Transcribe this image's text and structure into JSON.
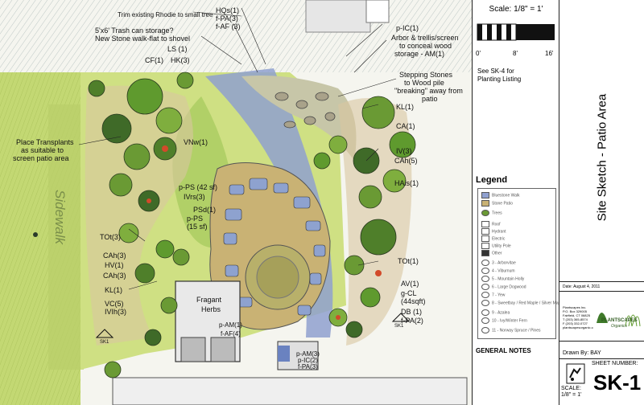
{
  "plan": {
    "labels": [
      {
        "text": "Trim existing Rhodie to small tree",
        "x": 0,
        "y": 0
      },
      {
        "text": "HQs(1)"
      },
      {
        "text": "f-PA(3)"
      },
      {
        "text": "f-AF (3)"
      },
      {
        "text": "5'x6' Trash can storage?"
      },
      {
        "text": "New Stone walk-flat to shovel"
      },
      {
        "text": "LS (1)"
      },
      {
        "text": "CF(1)"
      },
      {
        "text": "HK(3)"
      },
      {
        "text": "p-IC(1)"
      },
      {
        "text": "Arbor & trellis/screen"
      },
      {
        "text": "to conceal wood"
      },
      {
        "text": "storage - AM(1)"
      },
      {
        "text": "Stepping Stones"
      },
      {
        "text": "to Wood pile"
      },
      {
        "text": "\"breaking\" away from"
      },
      {
        "text": "patio"
      },
      {
        "text": "KL(1)"
      },
      {
        "text": "CA(1)"
      },
      {
        "text": "IV(3)"
      },
      {
        "text": "CAh(5)"
      },
      {
        "text": "HAis(1)"
      },
      {
        "text": "Place Transplants"
      },
      {
        "text": "as suitable to"
      },
      {
        "text": "screen patio area"
      },
      {
        "text": "VNw(1)"
      },
      {
        "text": "p-PS (42 sf)"
      },
      {
        "text": "IVrs(3)"
      },
      {
        "text": "PSd(1)"
      },
      {
        "text": "p-PS"
      },
      {
        "text": "(15 sf)"
      },
      {
        "text": "TOt(3)"
      },
      {
        "text": "CAh(3)"
      },
      {
        "text": "HV(1)"
      },
      {
        "text": "CAh(3)"
      },
      {
        "text": "KL(1)"
      },
      {
        "text": "VC(5)"
      },
      {
        "text": "IVIh(3)"
      },
      {
        "text": "TOt(1)"
      },
      {
        "text": "AV(1)"
      },
      {
        "text": "g-CL"
      },
      {
        "text": "(44sqft)"
      },
      {
        "text": "DB (1)"
      },
      {
        "text": "f-PA(2)"
      },
      {
        "text": "Fragant"
      },
      {
        "text": "Herbs"
      },
      {
        "text": "p-AM(1)"
      },
      {
        "text": "f-AF(4)"
      },
      {
        "text": "p-AM(3)"
      },
      {
        "text": "p-IC(2)"
      },
      {
        "text": "f-PA(3)"
      },
      {
        "text": "SK1"
      },
      {
        "text": "SK1"
      }
    ],
    "sidewalk": "Sidewalk"
  },
  "panel": {
    "scale_title": "Scale: 1/8\" = 1'",
    "scale_ticks": [
      "0'",
      "8'",
      "16'"
    ],
    "see_note": [
      "See SK-4 for",
      "Planting Listing"
    ],
    "legend_title": "Legend",
    "legend_items": [
      "Bluestone Walk",
      "Stone Patio",
      "Trees",
      "Roof",
      "Hydrant",
      "Electric",
      "Utility Pole",
      "Other",
      "3 - Arborvitae",
      "4 - Viburnum",
      "5 - Mountain Holly",
      "6 - Large Dogwood",
      "7 - Yew",
      "8 - Sweetbay / Red Maple / Silver Maple",
      "9 - Azalea",
      "10 - Ivy/Winter Fern",
      "11 - Norway Spruce / Pines"
    ],
    "general_notes": "GENERAL NOTES"
  },
  "title_block": {
    "title": "Site Sketch - Patio Area",
    "date": "Date: August 4, 2011",
    "company_lines": [
      "Plantscapes Inc.",
      "P.O. Box 329005",
      "Fairfield, CT 06825",
      "T (203) 365-8574",
      "F (203) 332-0727",
      "plantscapesorganic.com"
    ],
    "logo_text": "PLANTSCAPES",
    "logo_sub": "Organics",
    "drawn_by": "Drawn By:   BAY",
    "sheet_number_label": "SHEET NUMBER:",
    "sheet_number": "SK-1",
    "scale_label": "SCALE:",
    "scale_value": "1/8\" = 1'"
  },
  "colors": {
    "lawn": "#c8dc7a",
    "lawn_dark": "#8fb24a",
    "stone_blue": "#7e93c8",
    "stone_tan": "#c7b070",
    "path": "#a9b5d6",
    "tree_dark": "#3f6a28",
    "tree_mid": "#6a9a34",
    "accent": "#d24a2a"
  }
}
